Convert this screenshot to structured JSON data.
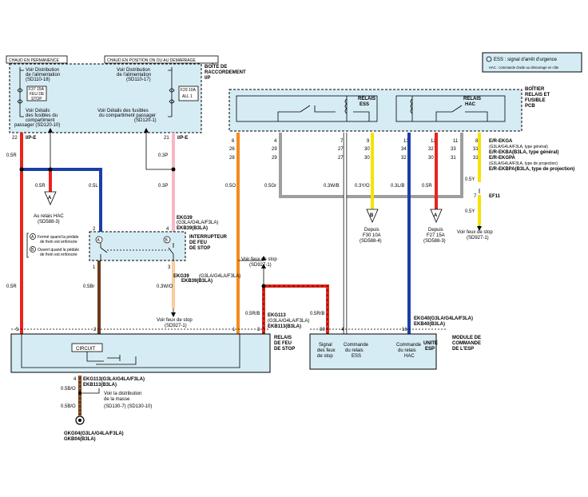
{
  "top_labels": {
    "chaud_permanence": "CHAUD EN PERMANENCE",
    "chaud_position": "CHAUD EN POSITION ON OU AU DÉMARRAGE"
  },
  "legend": {
    "line1": "ESS : signal d'arrêt d'urgence",
    "line2": "HAC : commande d'aide au démarrage en côte"
  },
  "junction_box": {
    "title": [
      "BOÎTE DE",
      "RACCORDEMENT",
      "I/P"
    ],
    "left_dist": [
      "Voir Distribution",
      "de l'alimentation",
      "(SD110-18)"
    ],
    "right_dist": [
      "Voir Distribution",
      "de l'alimentation",
      "(SD110-17)"
    ],
    "fuse_left_top": "F37 15A",
    "fuse_left_name": [
      "FEU DE",
      "STOP"
    ],
    "fuse_right_top": "F29 10A",
    "fuse_right_name": "ALL 1",
    "left_details": [
      "Voir Détails",
      "des fusibles du",
      "compartiment",
      "passager (SD120-10)"
    ],
    "right_details": [
      "Voir Détails des fusibles",
      "du compartiment passager",
      "(SD120-1)"
    ],
    "pin_left": "22",
    "conn_left": "I/P-E",
    "pin_right": "21",
    "conn_right": "I/P-E"
  },
  "relay_box": {
    "title": [
      "BOÎTIER",
      "RELAIS ET",
      "FUSIBLE",
      "PCB"
    ],
    "relay1": [
      "RELAIS",
      "ESS"
    ],
    "relay2": [
      "RELAIS",
      "HAC"
    ],
    "pins_row1": [
      "6",
      "4",
      "7",
      "9",
      "13",
      "12",
      "11",
      "8"
    ],
    "pins_row2": [
      "26",
      "29",
      "27",
      "30",
      "34",
      "32",
      "33",
      "31"
    ],
    "pins_row3": [
      "28",
      "29",
      "27",
      "30",
      "32",
      "30",
      "31",
      "31"
    ],
    "conn_lines": [
      "E/R-EKGA",
      "(G3LA/G4LA/F3LA, type général)",
      "E/R-EKBA(B3LA, type général)",
      "E/R-EKGPA",
      "(G3LA/G4LA/F3LA, type de projection)",
      "E/R-EKBPA(B3LA, type de projection)"
    ],
    "ef11": "EF11",
    "pin_ef": "7"
  },
  "wires": {
    "w_05R_main": "0.5R",
    "w_05R_hac": "0.5R",
    "w_05L": "0.5L",
    "w_03P_top": "0.3P",
    "w_03P": "0.3P",
    "w_05O": "0.5O",
    "w_05Gr": "0.5Gr",
    "w_03WB": "0.3W/B",
    "w_03YO": "0.3Y/O",
    "w_03LB": "0.3L/B",
    "w_05R_relay": "0.5R",
    "w_05Y1": "0.5Y",
    "w_05Y2": "0.5Y",
    "w_05R_left2": "0.5R",
    "w_05Br": "0.5Br",
    "w_03WO": "0.3W/O",
    "w_05RB_a": "0.5R/B",
    "w_05RB_b": "0.5R/B",
    "w_05BO_a": "0.5B/O",
    "w_05BO_b": "0.5B/O"
  },
  "refs": {
    "hac": [
      "Au relais HAC",
      "(SD588-3)"
    ],
    "f30": [
      "Depuis",
      "F30 10A",
      "(SD588-4)"
    ],
    "f27": [
      "Depuis",
      "F27 15A",
      "(SD588-3)"
    ],
    "feux_stop_right": [
      "Voir feux de stop",
      "(SD927-1)"
    ],
    "feux_stop_mid": [
      "Voir feux de stop",
      "(SD927-1)"
    ],
    "feux_stop_sw": [
      "Voir feux de stop",
      "(SD927-1)"
    ],
    "masse": [
      "Voir la distribution",
      "de la masse",
      "(SD130-7)  (SD130-10)"
    ]
  },
  "switch": {
    "conn_top": [
      "EKG39",
      "(G3LA/G4LA/F3LA)",
      "EKB39(B3LA)"
    ],
    "conn_bottom": [
      "EKG39",
      "(G3LA/G4LA/F3LA)",
      "EKB39(B3LA)"
    ],
    "title": [
      "INTERRUPTEUR",
      "DE FEU",
      "DE STOP"
    ],
    "note_a": [
      "Fermé quand la pédale",
      "de frein est enfoncée"
    ],
    "note_b": [
      "Ouvert quand la pédale",
      "de frein est enfoncée"
    ],
    "pin2": "2",
    "pin4": "4",
    "pin1": "1",
    "pin3": "3",
    "mark_a": "A",
    "mark_b": "B"
  },
  "relais_feu": {
    "circuit": "CIRCUIT",
    "title": [
      "RELAIS",
      "DE FEU",
      "DE STOP"
    ],
    "conn_top": [
      "EKG113",
      "(G3LA/G4LA/F3LA)",
      "EKB113(B3LA)"
    ],
    "conn_bottom": [
      "EKG113(G3LA/G4LA/F3LA)",
      "EKB113(B3LA)"
    ],
    "pins": [
      "5",
      "2",
      "1",
      "3"
    ],
    "pin_bottom": "4"
  },
  "esp": {
    "title": [
      "MODULE DE",
      "COMMANDE",
      "DE L'ESP"
    ],
    "unit": [
      "UNITÉ",
      "ESP"
    ],
    "conn": [
      "EKG40(G3LA/G4LA/F3LA)",
      "EKB40(B3LA)"
    ],
    "col1": [
      "Signal",
      "des feux",
      "de stop"
    ],
    "col2": [
      "Commande",
      "du relais",
      "ESS"
    ],
    "col3": [
      "Commande",
      "du relais",
      "HAC"
    ],
    "pins": [
      "30",
      "4",
      "16"
    ]
  },
  "ground": {
    "lines": [
      "GKG04(G3LA/G4LA/F3LA)",
      "GKB04(B3LA)"
    ]
  },
  "markers": {
    "a": "A",
    "b": "B"
  },
  "colors": {
    "red": "#e8241c",
    "blue": "#1b3fa8",
    "pink": "#f7b7c4",
    "orange": "#f58a1f",
    "gray": "#9e9e9e",
    "white": "#ffffff",
    "yellow": "#f6e200",
    "brown": "#6b3a1c",
    "box_fill": "#d6ecf5"
  }
}
